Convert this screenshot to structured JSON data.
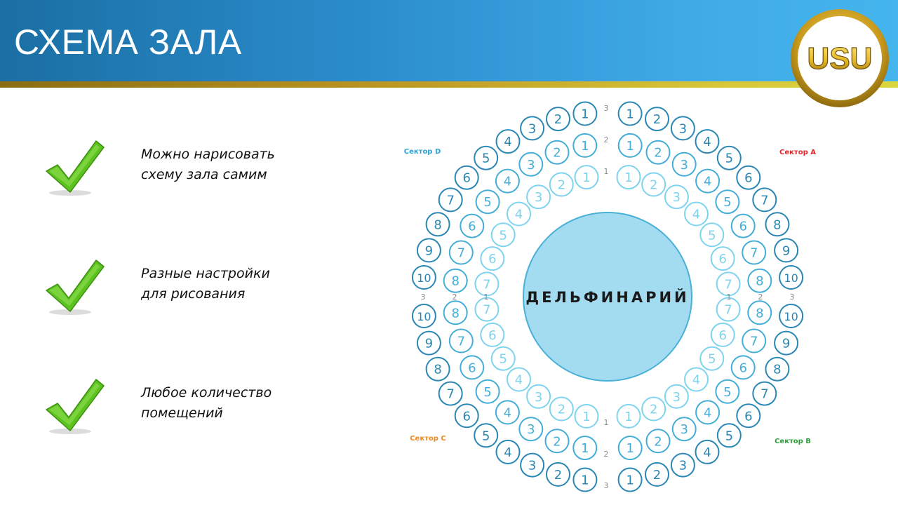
{
  "header": {
    "title": "СХЕМА ЗАЛА",
    "logo_text": "USU"
  },
  "features": [
    {
      "text": "Можно нарисовать\nсхему зала самим",
      "icon": "checkmark-icon"
    },
    {
      "text": "Разные настройки\nдля рисования",
      "icon": "checkmark-icon"
    },
    {
      "text": "Любое количество\nпомещений",
      "icon": "checkmark-icon"
    }
  ],
  "hall": {
    "center_label": "ДЕЛЬФИНАРИЙ",
    "sectors": {
      "a": {
        "label": "Сектор А",
        "color": "#e2232a"
      },
      "b": {
        "label": "Сектор B",
        "color": "#2e9e3a"
      },
      "c": {
        "label": "Сектор C",
        "color": "#f08a24"
      },
      "d": {
        "label": "Сектор D",
        "color": "#2aa2d8"
      }
    },
    "row_numbers": [
      "1",
      "2",
      "3"
    ],
    "seats_per_row": [
      7,
      8,
      10
    ]
  },
  "colors": {
    "header_start": "#1a6fa3",
    "header_end": "#45b5ee",
    "gold": "#b99320",
    "check_green": "#5cc21f",
    "center_fill": "#a3dcf1",
    "row1": "#7fd3ef",
    "row2": "#44add8",
    "row3": "#2a87b4"
  }
}
